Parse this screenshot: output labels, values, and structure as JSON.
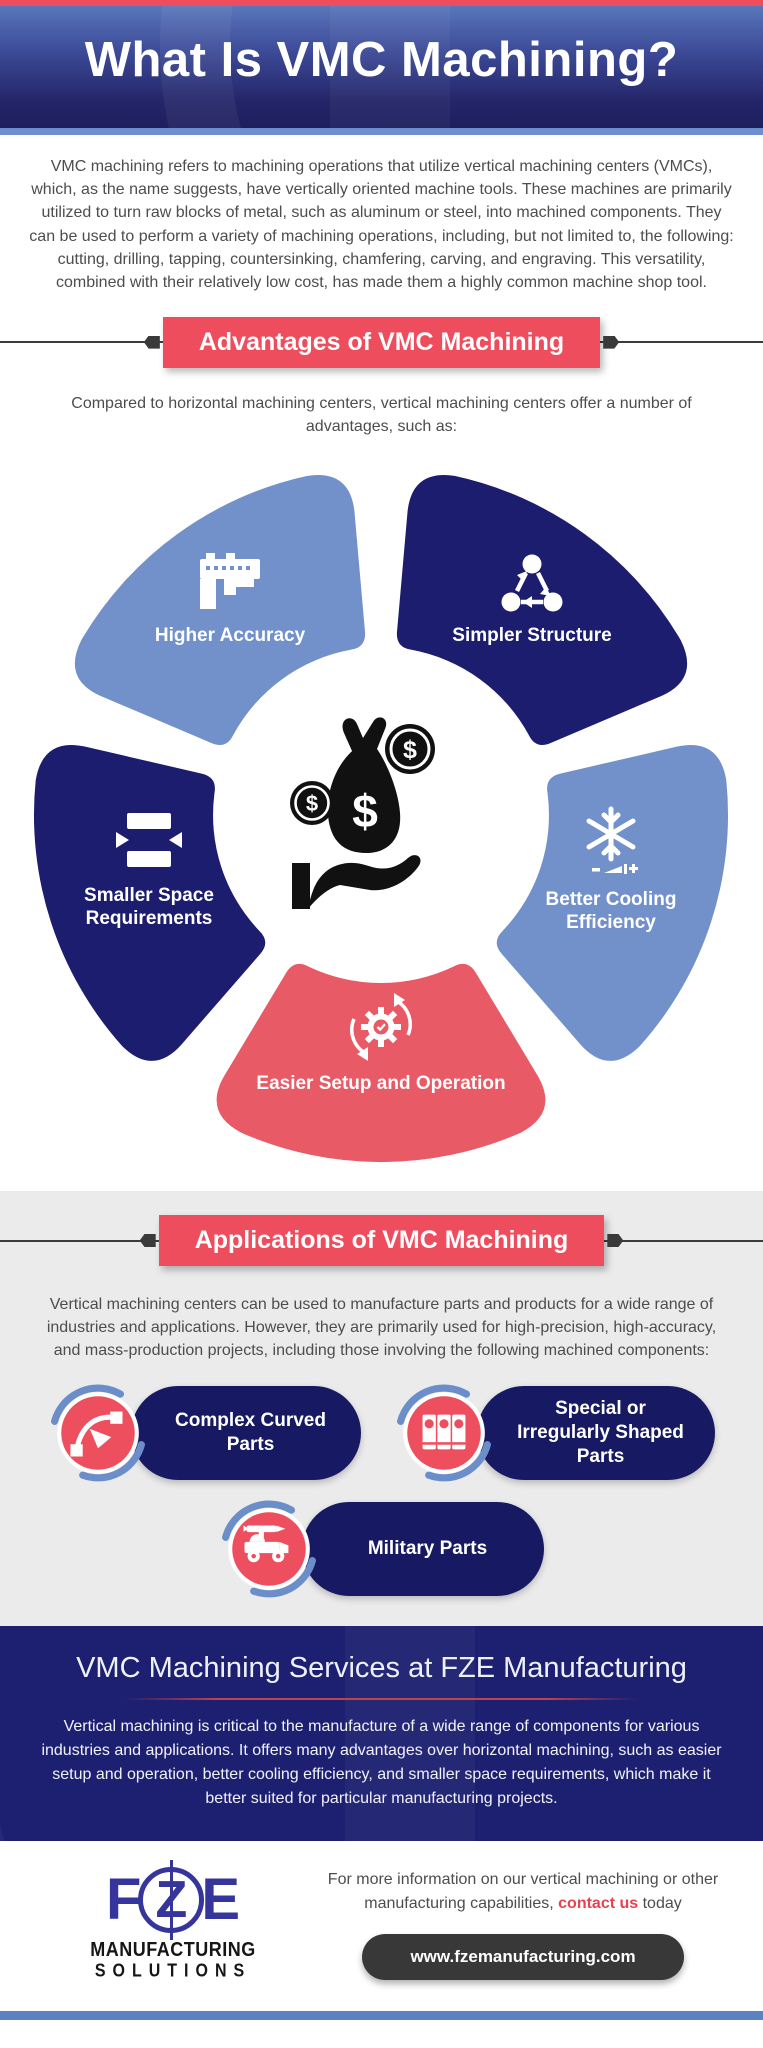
{
  "colors": {
    "accent_red": "#ee4d5e",
    "wheel_red": "#e85a66",
    "light_blue": "#7291cb",
    "navy": "#1c1d6e",
    "pill_navy": "#171a62",
    "services_navy": "#1d2070",
    "footer_bar_blue": "#5d82c1",
    "button_dark": "#383838",
    "body_text": "#4d4d4d"
  },
  "header": {
    "title": "What Is VMC Machining?"
  },
  "intro": {
    "text": "VMC machining refers to machining operations that utilize vertical machining centers (VMCs), which, as the name suggests, have vertically oriented machine tools. These machines are primarily utilized to turn raw blocks of metal, such as aluminum or steel, into machined components. They can be used to perform a variety of machining operations, including, but not limited to, the following: cutting, drilling, tapping, countersinking, chamfering, carving, and engraving. This versatility, combined with their relatively low cost, has made them a highly common machine shop tool."
  },
  "advantages": {
    "banner": "Advantages of VMC Machining",
    "lead": "Compared to horizontal machining centers, vertical machining centers offer a number of advantages, such as:"
  },
  "wheel": {
    "center_icon": "money-bag-in-hand-icon",
    "segments": [
      {
        "label": "Higher Accuracy",
        "icon": "caliper-icon",
        "color": "#7291cb",
        "a1": 95,
        "a2": 157
      },
      {
        "label": "Simpler Structure",
        "icon": "linked-nodes-icon",
        "color": "#1c1d6e",
        "a1": 23,
        "a2": 85
      },
      {
        "label": "Smaller Space Requirements",
        "icon": "compress-arrows-icon",
        "color": "#1c1d6e",
        "a1": 167,
        "a2": 229
      },
      {
        "label": "Better Cooling Efficiency",
        "icon": "snowflake-icon",
        "color": "#7291cb",
        "a1": -49,
        "a2": 13
      },
      {
        "label": "Easier Setup and Operation",
        "icon": "gear-sync-icon",
        "color": "#e85a66",
        "a1": 239,
        "a2": 301
      }
    ]
  },
  "applications": {
    "banner": "Applications of VMC Machining",
    "lead": "Vertical machining centers can be used to manufacture parts and products for a wide range of industries and applications. However, they are primarily used for high-precision, high-accuracy, and mass-production projects, including those involving the following machined components:",
    "items": [
      {
        "label": "Complex Curved Parts",
        "icon": "bezier-curve-icon"
      },
      {
        "label": "Special or Irregularly Shaped Parts",
        "icon": "engine-block-icon"
      },
      {
        "label": "Military Parts",
        "icon": "military-truck-icon"
      }
    ]
  },
  "services": {
    "title": "VMC Machining Services at FZE Manufacturing",
    "text": "Vertical machining is critical to the manufacture of a wide range of components for various industries and applications. It offers many advantages over horizontal machining, such as easier setup and operation, better cooling efficiency, and smaller space requirements, which make it better suited for particular manufacturing projects."
  },
  "footer": {
    "logo": {
      "letter_f": "F",
      "letter_z": "Z",
      "letter_e": "E",
      "line1": "MANUFACTURING",
      "line2": "SOLUTIONS"
    },
    "info_before": "For more information on our vertical machining or other manufacturing capabilities, ",
    "info_link": "contact us",
    "info_after": " today",
    "button": "www.fzemanufacturing.com"
  }
}
